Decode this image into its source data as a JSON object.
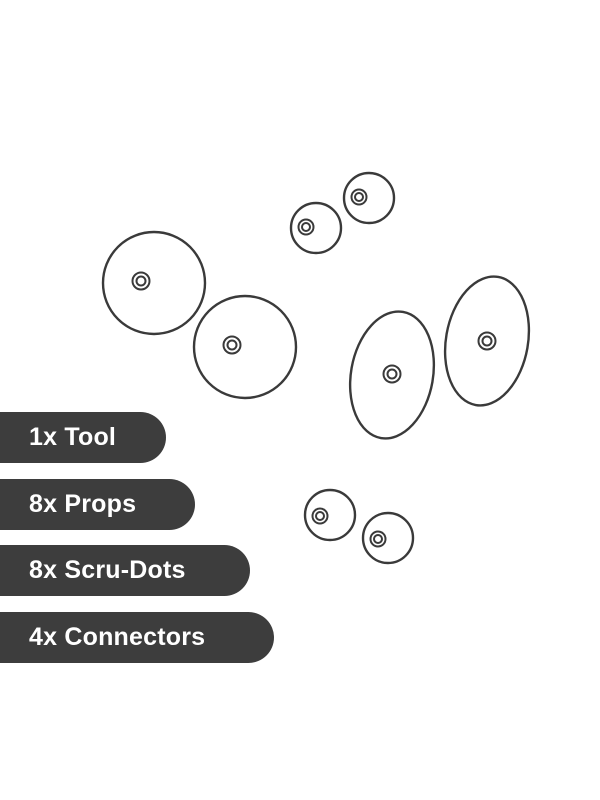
{
  "contents": {
    "items": [
      {
        "label": "1x Tool"
      },
      {
        "label": "8x Props"
      },
      {
        "label": "8x Scru-Dots"
      },
      {
        "label": "4x Connectors"
      }
    ]
  },
  "colors": {
    "outline": "#3a3a3a",
    "label_background": "#3d3d3d",
    "label_text": "#ffffff",
    "background": "#ffffff"
  },
  "illustration": {
    "icons": [
      "large-round-prop-icon",
      "small-scru-dot-icon",
      "oval-prop-icon"
    ]
  }
}
